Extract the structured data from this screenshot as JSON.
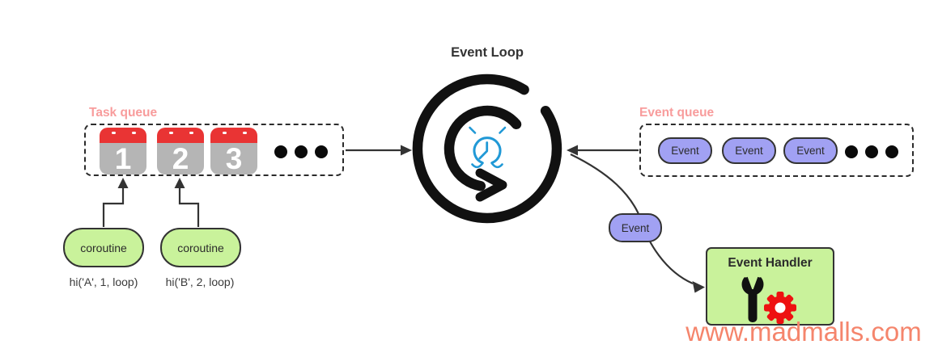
{
  "title": "Event Loop",
  "task_queue": {
    "label": "Task queue",
    "calendars": [
      "1",
      "2",
      "3"
    ],
    "more_indicator": "ellipsis-dots"
  },
  "event_queue": {
    "label": "Event queue",
    "events": [
      "Event",
      "Event",
      "Event"
    ],
    "more_indicator": "ellipsis-dots"
  },
  "floating_event": {
    "label": "Event"
  },
  "coroutines": [
    {
      "label": "coroutine",
      "call": "hi('A', 1, loop)"
    },
    {
      "label": "coroutine",
      "call": "hi('B', 2, loop)"
    }
  ],
  "event_handler": {
    "title": "Event Handler"
  },
  "watermark": "www.madmalls.com",
  "icons": {
    "event_loop": "circular-rotating-arrows",
    "center": "alarm-clock",
    "task_item": "calendar",
    "handler": "wrench-and-gear"
  },
  "colors": {
    "queue_label": "#f89c9c",
    "calendar_red": "#e93434",
    "calendar_gray": "#b5b5b5",
    "event_pill_purple": "#a1a1f3",
    "green": "#c9f29b",
    "line_dark": "#333333",
    "loop_black": "#111111",
    "clock_blue": "#2199d6",
    "gear_red": "#ee1111",
    "watermark": "#f5856c"
  }
}
